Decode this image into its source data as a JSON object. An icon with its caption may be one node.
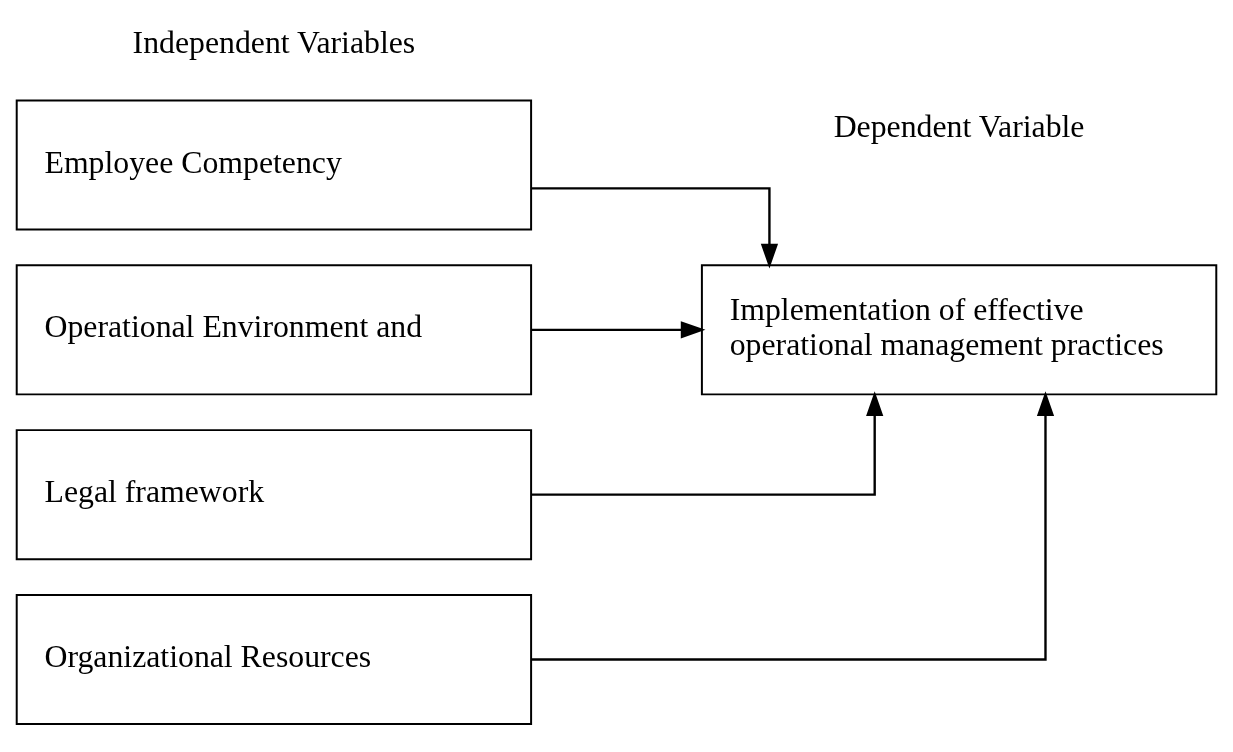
{
  "diagram": {
    "nodes": [
      {
        "text": [
          "Employee Competency"
        ]
      },
      {
        "text": [
          "Operational Environment and"
        ]
      },
      {
        "text": [
          "Legal framework"
        ]
      },
      {
        "text": [
          "Organizational Resources"
        ]
      },
      {
        "text": [
          "Implementation of effective operational management practices"
        ]
      }
    ],
    "edges": [
      {
        "from": 0,
        "to": 4,
        "arrow": "to"
      },
      {
        "from": 1,
        "to": 4,
        "arrow": "to"
      },
      {
        "from": 2,
        "to": 4,
        "arrow": "to"
      },
      {
        "from": 3,
        "to": 4,
        "arrow": "to"
      }
    ],
    "labels": [
      "Independent Variables",
      "Dependent Variable"
    ]
  }
}
